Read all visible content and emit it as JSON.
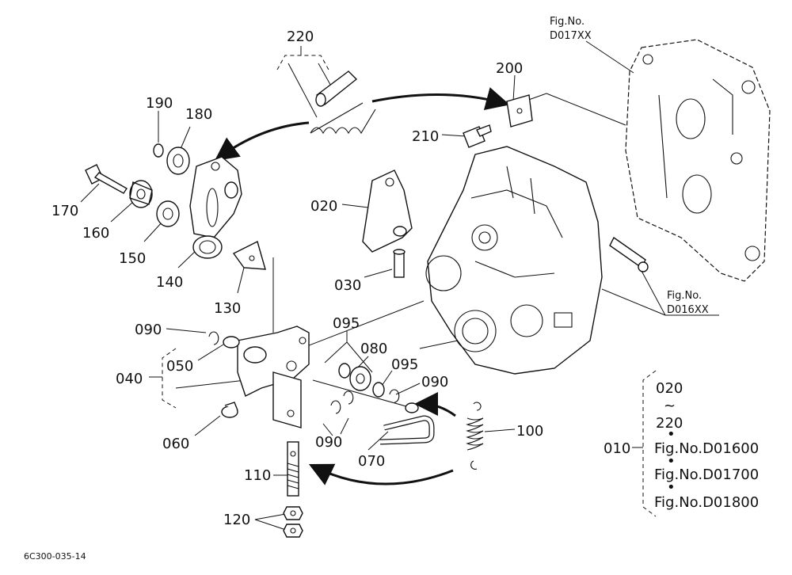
{
  "labels": {
    "p220": "220",
    "p200": "200",
    "p210": "210",
    "p190": "190",
    "p180": "180",
    "p170": "170",
    "p160": "160",
    "p150": "150",
    "p140": "140",
    "p130": "130",
    "p020": "020",
    "p030": "030",
    "p090a": "090",
    "p095a": "095",
    "p080": "080",
    "p095b": "095",
    "p090b": "090",
    "p040": "040",
    "p050": "050",
    "p060": "060",
    "p090c": "090",
    "p070": "070",
    "p100": "100",
    "p110": "110",
    "p120": "120"
  },
  "fig_refs": {
    "top_line1": "Fig.No.",
    "top_line2": "D017XX",
    "mid_line1": "Fig.No.",
    "mid_line2": "D016XX"
  },
  "legend": {
    "from": "020",
    "tilde": "~",
    "to": "220",
    "assembly": "010",
    "figs": [
      "Fig.No.D01600",
      "Fig.No.D01700",
      "Fig.No.D01800"
    ]
  },
  "footer": "6C300-035-14"
}
